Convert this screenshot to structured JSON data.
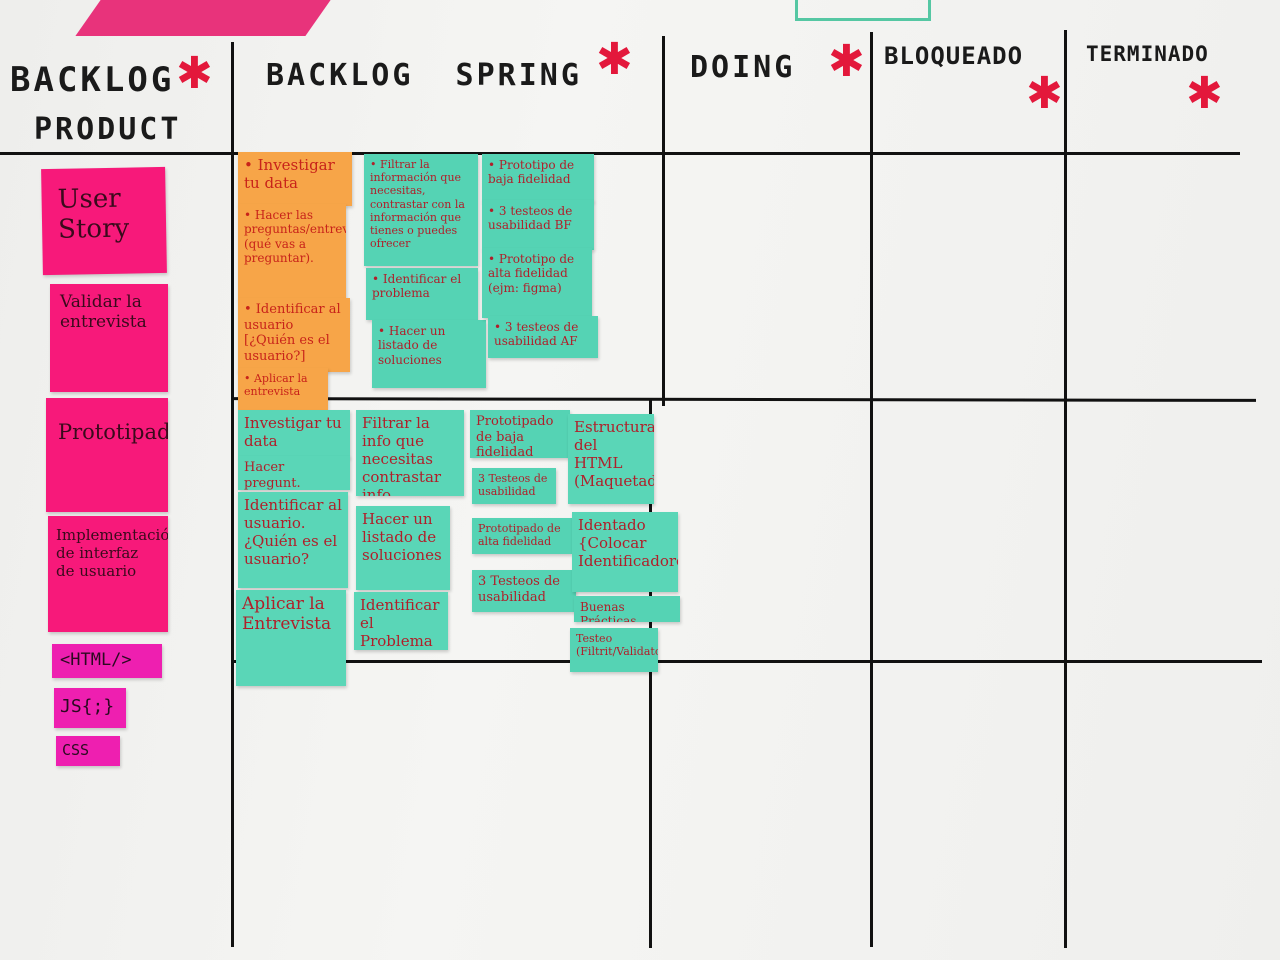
{
  "columns": {
    "backlog_product_line1": "BACKLOG",
    "backlog_product_line2": "PRODUCT",
    "backlog_spring": "BACKLOG  SPRING",
    "doing": "DOING",
    "bloqueado": "BLOQUEADO",
    "terminado": "TERMINADO",
    "star": "✱"
  },
  "product_notes": {
    "user_story": "User Story",
    "validar": "Validar la entrevista",
    "prototipado": "Prototipado",
    "implementacion": "Implementación de interfaz de usuario",
    "html": "<HTML/>",
    "js": "JS{;}",
    "css": "CSS"
  },
  "row1": {
    "orange_1": "• Investigar tu data",
    "orange_2": "• Hacer las preguntas/entrevistas (qué vas a preguntar).",
    "orange_3": "• Identificar al usuario [¿Quién es el usuario?]",
    "orange_4": "• Aplicar la entrevista",
    "teal_filtrar": "• Filtrar la información que necesitas, contrastar con la información que tienes o puedes ofrecer",
    "teal_identificar": "• Identificar el problema",
    "teal_listado": "• Hacer un listado de soluciones",
    "teal_proto_baja": "• Prototipo de baja fidelidad",
    "teal_testeos_bf": "• 3 testeos de usabilidad BF",
    "teal_proto_alta": "• Prototipo de alta fidelidad (ejm: figma)",
    "teal_testeos_af": "• 3 testeos de usabilidad AF"
  },
  "row2": {
    "investigar": "Investigar tu data",
    "hacer_pregunt": "Hacer pregunt.",
    "identificar_usuario": "Identificar al usuario. ¿Quién es el usuario?",
    "aplicar": "Aplicar la Entrevista",
    "filtrar": "Filtrar la info que necesitas contrastar info",
    "listado": "Hacer un listado de soluciones",
    "identificar_problema": "Identificar el Problema",
    "proto_baja": "Prototipado de baja fidelidad",
    "testeos_baja": "3 Testeos de usabilidad",
    "proto_alta": "Prototipado de alta fidelidad",
    "testeos_alta": "3 Testeos de usabilidad",
    "estructura": "Estructura del HTML (Maquetado)",
    "identado": "Identado {Colocar Identificadores}",
    "buenas": "Buenas Prácticas",
    "testeo": "Testeo (Filtrit/Validator)"
  },
  "colors": {
    "pink": "#f7197a",
    "magenta": "#ee1fb0",
    "orange": "#f7a548",
    "teal": "#55d3b4",
    "star": "#e3183b"
  }
}
